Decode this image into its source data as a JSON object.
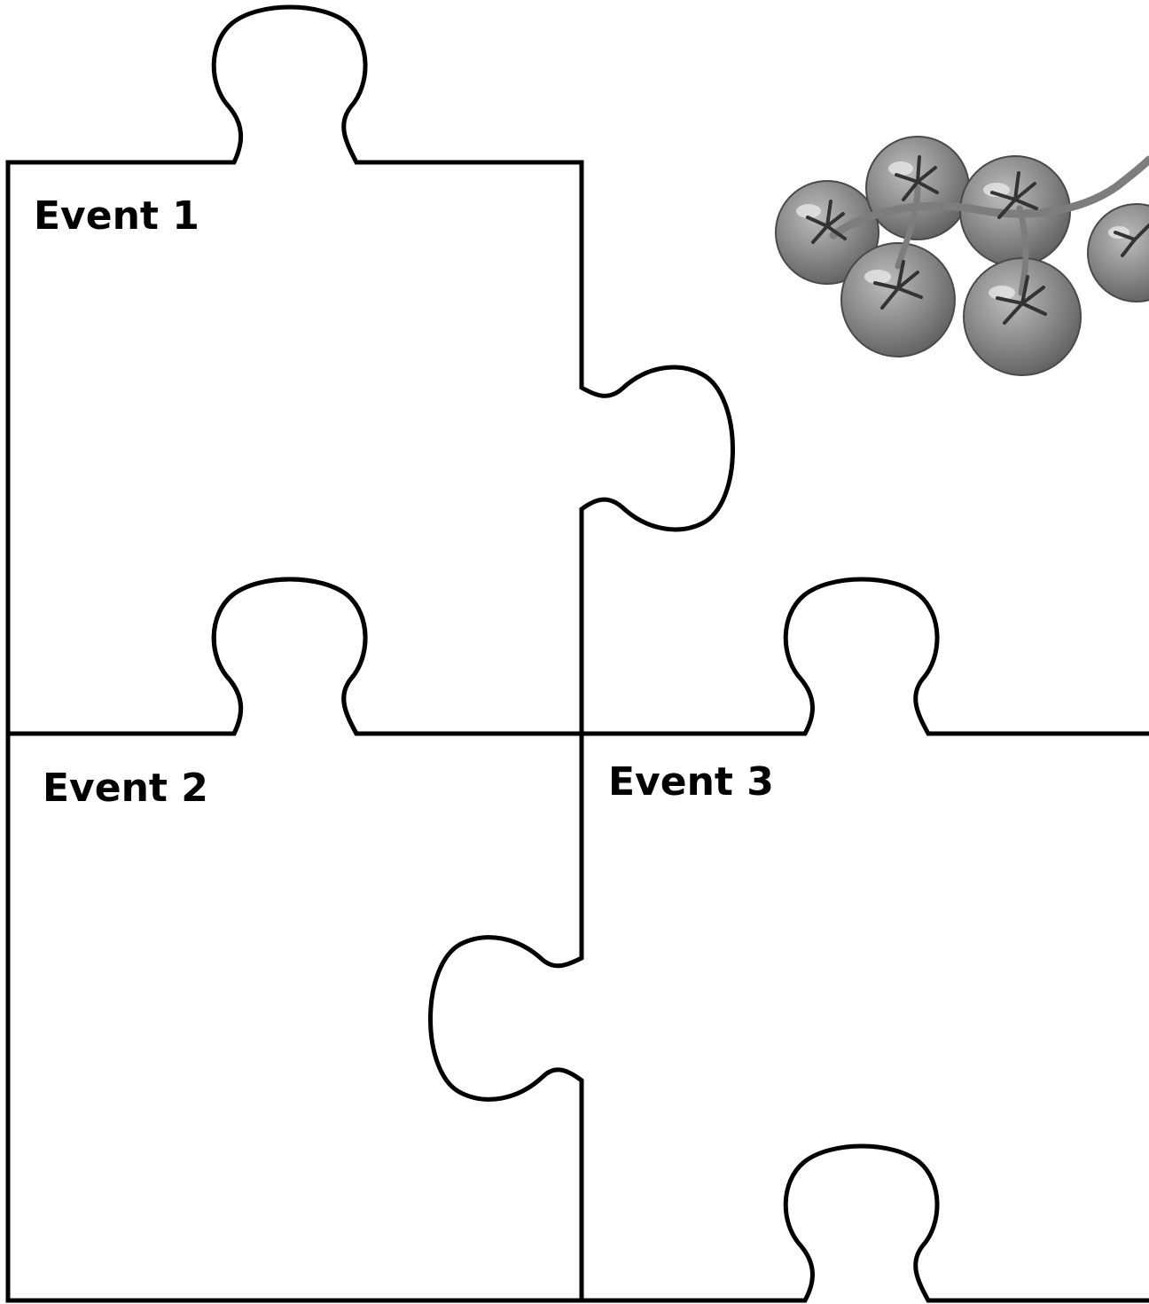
{
  "pieces": [
    {
      "id": "event-1",
      "label": "Event 1"
    },
    {
      "id": "event-2",
      "label": "Event 2"
    },
    {
      "id": "event-3",
      "label": "Event 3"
    }
  ],
  "decoration": {
    "icon": "cherry-tomato-vine-icon",
    "tomato_colors": [
      "#8a8a8a",
      "#6f6f6f",
      "#bdbdbd"
    ],
    "stem_color": "#7d7d7d"
  },
  "colors": {
    "background": "#ffffff",
    "outline": "#000000"
  }
}
